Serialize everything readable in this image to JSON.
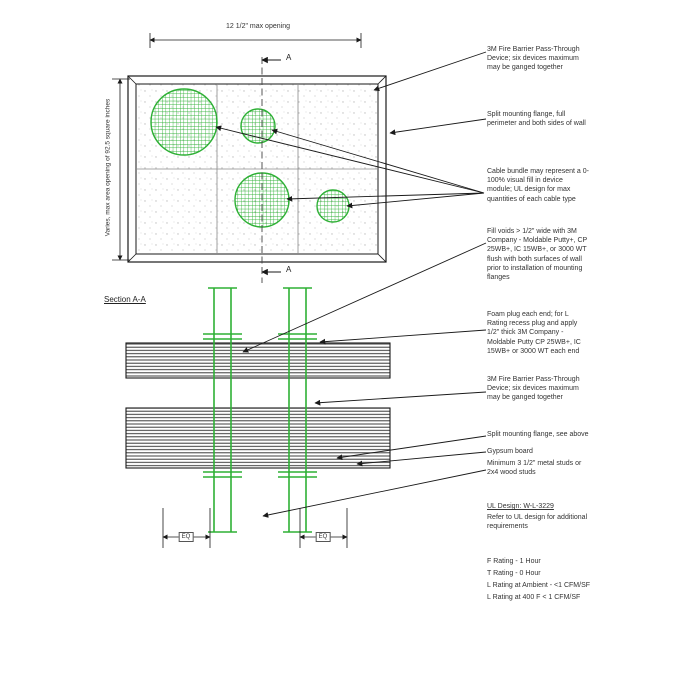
{
  "dimensions": {
    "top": "12 1/2\" max opening",
    "left": "Varies, max area opening of 92.5 square inches",
    "eq": "EQ"
  },
  "section": {
    "label": "Section A-A",
    "marker": "A"
  },
  "notes": {
    "pass_through_top": "3M Fire Barrier Pass-Through Device; six devices maximum may be ganged together",
    "split_flange_full": "Split mounting flange, full perimeter and both sides of wall",
    "cable_bundle": "Cable bundle may represent a 0-100% visual fill in device module; UL design for max quantities of each cable type",
    "fill_voids": "Fill voids > 1/2\" wide with 3M Company - Moldable Putty+, CP 25WB+, IC 15WB+, or 3000 WT flush with both surfaces of wall prior to installation of mounting flanges",
    "foam_plug": "Foam plug each end; for L Rating recess plug and apply 1/2\" thick 3M Company - Moldable Putty CP 25WB+, IC 15WB+ or 3000 WT each end",
    "pass_through_section": "3M Fire Barrier Pass-Through Device; six devices maximum may be ganged together",
    "split_flange_see_above": "Split mounting flange, see above",
    "gypsum_board": "Gypsum board",
    "studs": "Minimum 3 1/2\" metal studs or 2x4 wood studs"
  },
  "ul": {
    "design": "UL Design: W-L-3229",
    "refer": "Refer to UL design for additional requirements"
  },
  "ratings": [
    "F Rating - 1 Hour",
    "T Rating - 0 Hour",
    "L Rating at Ambient - <1 CFM/SF",
    "L Rating at 400 F < 1 CFM/SF"
  ],
  "colors": {
    "line": "#1a1a1a",
    "green": "#2eb035"
  }
}
